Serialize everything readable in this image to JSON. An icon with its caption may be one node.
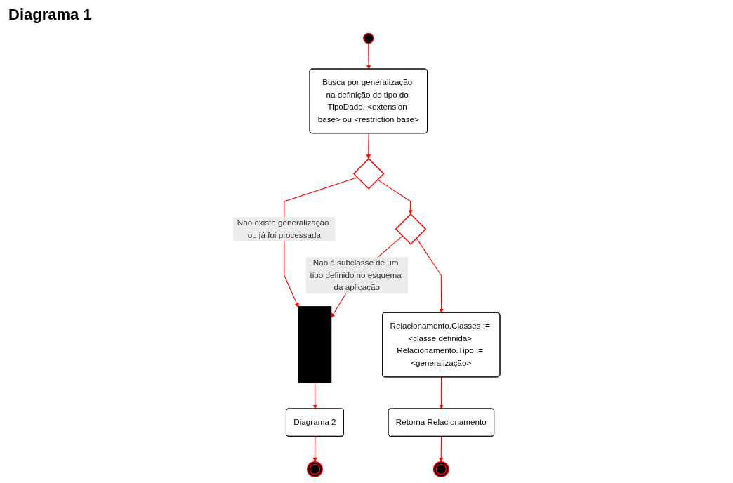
{
  "diagram": {
    "title": "Diagrama 1",
    "nodes": [
      {
        "text": [],
        "shape": "circle"
      },
      {
        "text": [
          "Busca por generalização na definição do tipo do TipoDado. <extension base> ou <restriction base>"
        ]
      },
      {
        "text": [],
        "shape": "diamond"
      },
      {
        "text": [],
        "shape": "diamond"
      },
      {
        "text": [],
        "shape": "bar"
      },
      {
        "text": [
          "Diagrama 2"
        ]
      },
      {
        "text": [],
        "shape": "circle"
      },
      {
        "text": [
          "Relacionamento.Classes := <classe definida> Relacionamento.Tipo := <generalização>"
        ]
      },
      {
        "text": [
          "Retorna Relacionamento"
        ]
      },
      {
        "text": [],
        "shape": "circle"
      }
    ],
    "edges": [
      {
        "from": 0,
        "to": 1,
        "arrow": "to"
      },
      {
        "from": 1,
        "to": 2,
        "arrow": "to"
      },
      {
        "from": 2,
        "to": 4,
        "arrow": "to",
        "label": "Não existe generalização ou já foi processada"
      },
      {
        "from": 2,
        "to": 3,
        "arrow": "to"
      },
      {
        "from": 3,
        "to": 4,
        "arrow": "to",
        "label": "Não é subclasse de um tipo definido no esquema da aplicação"
      },
      {
        "from": 3,
        "to": 7,
        "arrow": "to"
      },
      {
        "from": 4,
        "to": 5,
        "arrow": "to"
      },
      {
        "from": 5,
        "to": 6,
        "arrow": "to"
      },
      {
        "from": 7,
        "to": 8,
        "arrow": "to"
      },
      {
        "from": 8,
        "to": 9,
        "arrow": "to"
      }
    ]
  }
}
